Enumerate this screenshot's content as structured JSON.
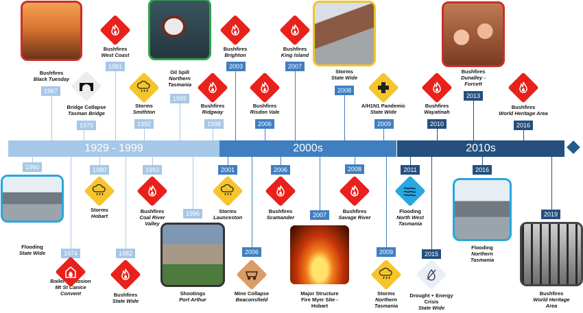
{
  "colors": {
    "era1": "#a7c7e7",
    "era2": "#3f7fc1",
    "era3": "#244f7e",
    "fire": "#e8211c",
    "storm": "#f6c52b",
    "flood": "#2aa7df"
  },
  "eras": [
    {
      "label": "1929 - 1999"
    },
    {
      "label": "2000s"
    },
    {
      "label": "2010s"
    }
  ],
  "events": [
    {
      "year": "1967",
      "title": "Bushfires",
      "location": "Black Tuesday",
      "icon": "fire-photo-icon"
    },
    {
      "year": "1975",
      "title": "Bridge Collapse",
      "location": "Tasman Bridge",
      "icon": "bridge-icon"
    },
    {
      "year": "1981",
      "title": "Bushfires",
      "location": "West Coast",
      "icon": "fire-icon"
    },
    {
      "year": "1992",
      "title": "Storms",
      "location": "Smithton",
      "icon": "storm-icon"
    },
    {
      "year": "1995",
      "title": "Oil Spill",
      "location": "Northern\nTasmania",
      "icon": "ship-photo-icon"
    },
    {
      "year": "1998",
      "title": "Bushfires",
      "location": "Ridgway",
      "icon": "fire-icon"
    },
    {
      "year": "2003",
      "title": "Bushfires",
      "location": "Brighton",
      "icon": "fire-icon"
    },
    {
      "year": "2006",
      "title": "Bushfires",
      "location": "Risdon Vale",
      "icon": "fire-icon"
    },
    {
      "year": "2007",
      "title": "Bushfires",
      "location": "King Island",
      "icon": "fire-icon"
    },
    {
      "year": "2008",
      "title": "Storms",
      "location": "State Wide",
      "icon": "storm-damage-photo-icon"
    },
    {
      "year": "2009",
      "title": "A/H1N1 Pandemic",
      "location": "State Wide",
      "icon": "medical-cross-icon"
    },
    {
      "year": "2010",
      "title": "Bushfires",
      "location": "Wayatinah",
      "icon": "fire-icon"
    },
    {
      "year": "2013",
      "title": "Bushfires",
      "location": "Dunalley -\nForcett",
      "icon": "people-photo-icon"
    },
    {
      "year": "2016",
      "title": "Bushfires",
      "location": "World Heritage Area",
      "icon": "fire-icon"
    },
    {
      "year": "1960",
      "title": "Flooding",
      "location": "State Wide",
      "icon": "flood-photo-icon"
    },
    {
      "year": "1974",
      "title": "Boiler Explosion",
      "location": "Mt St Canice\nConvent",
      "icon": "explosion-icon"
    },
    {
      "year": "1980",
      "title": "Storms",
      "location": "Hobart",
      "icon": "storm-icon"
    },
    {
      "year": "1982",
      "title": "Bushfires",
      "location": "State Wide",
      "icon": "fire-icon"
    },
    {
      "year": "1993",
      "title": "Bushfires",
      "location": "Coal River\nValley",
      "icon": "fire-icon"
    },
    {
      "year": "1996",
      "title": "Shootings",
      "location": "Port Arthur",
      "icon": "memorial-photo-icon"
    },
    {
      "year": "2001",
      "title": "Storms",
      "location": "Launceston",
      "icon": "storm-icon"
    },
    {
      "year": "2006",
      "title": "Mine Collapse",
      "location": "Beaconsfield",
      "icon": "mine-cart-icon"
    },
    {
      "year": "2006",
      "title": "Bushfires",
      "location": "Scamander",
      "icon": "fire-icon"
    },
    {
      "year": "2007",
      "title": "Major Structure\nFire Myer Site -\nHobart",
      "location": "",
      "icon": "building-fire-photo-icon"
    },
    {
      "year": "2008",
      "title": "Bushfires",
      "location": "Savage River",
      "icon": "fire-icon"
    },
    {
      "year": "2009",
      "title": "Storms",
      "location": "Northern\nTasmania",
      "icon": "storm-icon"
    },
    {
      "year": "2011",
      "title": "Flooding",
      "location": "North West\nTasmania",
      "icon": "flood-icon"
    },
    {
      "year": "2015",
      "title": "Drought + Energy\nCrisis",
      "location": "State Wide",
      "icon": "drought-icon"
    },
    {
      "year": "2016",
      "title": "Flooding",
      "location": "Northern\nTasmania",
      "icon": "flood-photo-icon"
    },
    {
      "year": "2019",
      "title": "Bushfires",
      "location": "World Heritage\nArea",
      "icon": "burnt-forest-photo-icon"
    }
  ]
}
